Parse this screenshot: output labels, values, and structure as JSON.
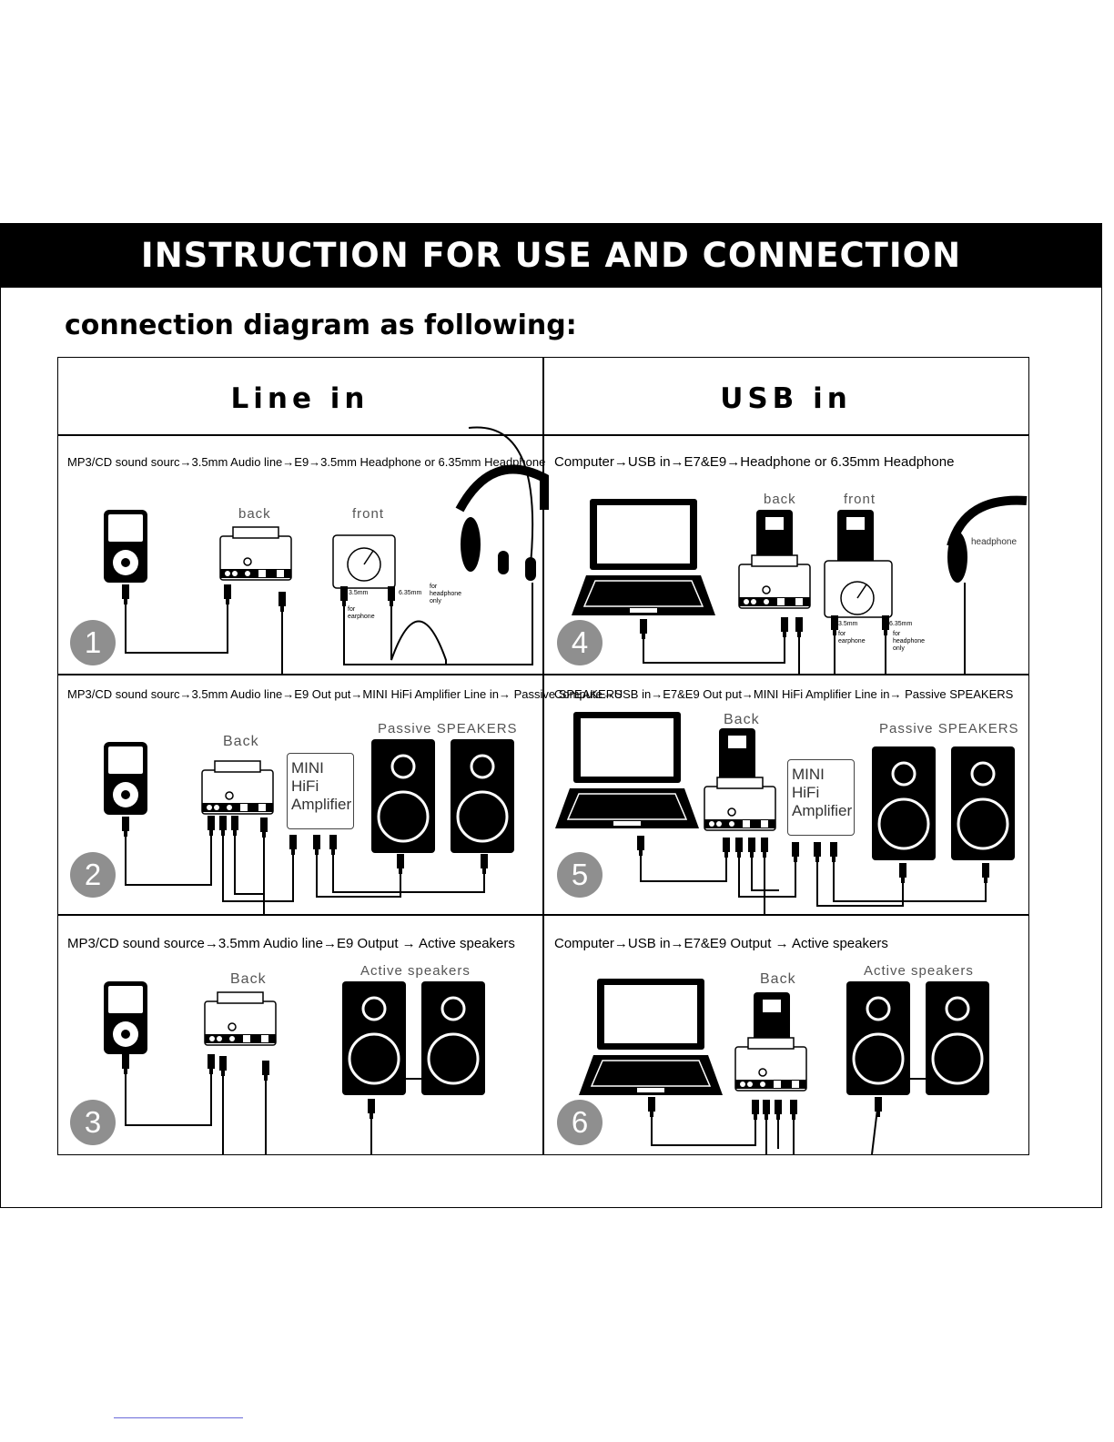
{
  "title": "INSTRUCTION FOR USE AND CONNECTION",
  "subtitle": "connection diagram as following:",
  "columns": {
    "left": "Line in",
    "right": "USB in"
  },
  "panels": [
    {
      "number": "1",
      "caption": "MP3/CD sound sourc→3.5mm Audio line→E9→3.5mm Headphone or 6.35mm Headphone",
      "labels": {
        "back": "back",
        "front": "front",
        "size_small": "3.5mm",
        "size_large": "6.35mm",
        "for_earphone": "for earphone",
        "for_headphone": "for headphone only"
      }
    },
    {
      "number": "2",
      "caption": "MP3/CD sound sourc→3.5mm Audio line→E9 Out put→MINI HiFi Amplifier Line in→ Passive SPEAKERS",
      "labels": {
        "back": "Back",
        "amp_line1": "MINI HiFi",
        "amp_line2": "Amplifier",
        "speakers": "Passive  SPEAKERS"
      }
    },
    {
      "number": "3",
      "caption": "MP3/CD sound source→3.5mm Audio line→E9 Output → Active speakers",
      "labels": {
        "back": "Back",
        "speakers": "Active  speakers"
      }
    },
    {
      "number": "4",
      "caption": "Computer→USB in→E7&E9→Headphone or 6.35mm Headphone",
      "labels": {
        "back": "back",
        "front": "front",
        "headphone": "headphone",
        "size_small": "3.5mm",
        "size_large": "6.35mm",
        "for_earphone": "for earphone",
        "for_headphone": "for headphone only"
      }
    },
    {
      "number": "5",
      "caption": "Compute→USB in→E7&E9 Out put→MINI HiFi Amplifier Line in→ Passive SPEAKERS",
      "labels": {
        "back": "Back",
        "amp_line1": "MINI HiFi",
        "amp_line2": "Amplifier",
        "speakers": "Passive  SPEAKERS"
      }
    },
    {
      "number": "6",
      "caption": "Computer→USB in→E7&E9 Output → Active speakers",
      "labels": {
        "back": "Back",
        "speakers": "Active  speakers"
      }
    }
  ],
  "colors": {
    "banner": "#000000",
    "badge": "#8f8f8f",
    "label_gray": "#555555"
  },
  "icons": [
    "mp3-player-icon",
    "dac-back-icon",
    "dac-front-icon",
    "headphone-icon",
    "earphone-icon",
    "laptop-icon",
    "speaker-icon",
    "amplifier-icon",
    "cable-icon"
  ]
}
